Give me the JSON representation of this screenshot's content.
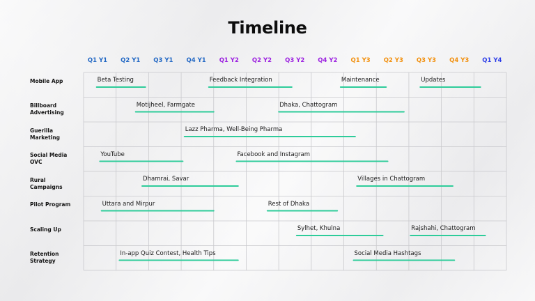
{
  "title": "Timeline",
  "colors": {
    "Y1": "#2167c4",
    "Y2": "#9b1fe0",
    "Y3": "#f2900e",
    "Y4": "#2b3ce8",
    "bar": "#2ecc9a",
    "grid": "#c9c9cd"
  },
  "quarters": [
    {
      "label": "Q1 Y1",
      "year": "Y1"
    },
    {
      "label": "Q2 Y1",
      "year": "Y1"
    },
    {
      "label": "Q3 Y1",
      "year": "Y1"
    },
    {
      "label": "Q4 Y1",
      "year": "Y1"
    },
    {
      "label": "Q1 Y2",
      "year": "Y2"
    },
    {
      "label": "Q2 Y2",
      "year": "Y2"
    },
    {
      "label": "Q3 Y2",
      "year": "Y2"
    },
    {
      "label": "Q4 Y2",
      "year": "Y2"
    },
    {
      "label": "Q1 Y3",
      "year": "Y3"
    },
    {
      "label": "Q2 Y3",
      "year": "Y3"
    },
    {
      "label": "Q3 Y3",
      "year": "Y3"
    },
    {
      "label": "Q4 Y3",
      "year": "Y3"
    },
    {
      "label": "Q1 Y4",
      "year": "Y4"
    }
  ],
  "chart_data": {
    "type": "gantt",
    "title": "Timeline",
    "x_unit": "quarter index (0 = Q1 Y1)",
    "rows": [
      {
        "label": "Mobile App",
        "tasks": [
          {
            "name": "Beta Testing",
            "start": 0.4,
            "end": 1.9
          },
          {
            "name": "Feedback Integration",
            "start": 3.85,
            "end": 6.4
          },
          {
            "name": "Maintenance",
            "start": 7.9,
            "end": 9.3
          },
          {
            "name": "Updates",
            "start": 10.35,
            "end": 12.2
          }
        ]
      },
      {
        "label": "Billboard Advertising",
        "tasks": [
          {
            "name": "Motijheel, Farmgate",
            "start": 1.6,
            "end": 4.0
          },
          {
            "name": "Dhaka, Chattogram",
            "start": 6.0,
            "end": 9.85
          }
        ]
      },
      {
        "label": "Guerilla Marketing",
        "tasks": [
          {
            "name": "Lazz Pharma, Well-Being Pharma",
            "start": 3.1,
            "end": 8.35
          }
        ]
      },
      {
        "label": "Social Media OVC",
        "tasks": [
          {
            "name": "YouTube",
            "start": 0.5,
            "end": 3.05
          },
          {
            "name": "Facebook and Instagram",
            "start": 4.7,
            "end": 9.35
          }
        ]
      },
      {
        "label": "Rural Campaigns",
        "tasks": [
          {
            "name": "Dhamrai, Savar",
            "start": 1.8,
            "end": 4.75
          },
          {
            "name": "Villages in Chattogram",
            "start": 8.4,
            "end": 11.35
          }
        ]
      },
      {
        "label": "Pilot Program",
        "tasks": [
          {
            "name": "Uttara and Mirpur",
            "start": 0.55,
            "end": 4.0
          },
          {
            "name": "Rest of Dhaka",
            "start": 5.65,
            "end": 7.8
          }
        ]
      },
      {
        "label": "Scaling Up",
        "tasks": [
          {
            "name": "Sylhet, Khulna",
            "start": 6.55,
            "end": 9.2
          },
          {
            "name": "Rajshahi, Chattogram",
            "start": 10.05,
            "end": 12.35
          }
        ]
      },
      {
        "label": "Retention Strategy",
        "tasks": [
          {
            "name": "In-app Quiz Contest, Health Tips",
            "start": 1.1,
            "end": 4.75
          },
          {
            "name": "Social Media Hashtags",
            "start": 8.3,
            "end": 11.4
          }
        ]
      }
    ]
  }
}
